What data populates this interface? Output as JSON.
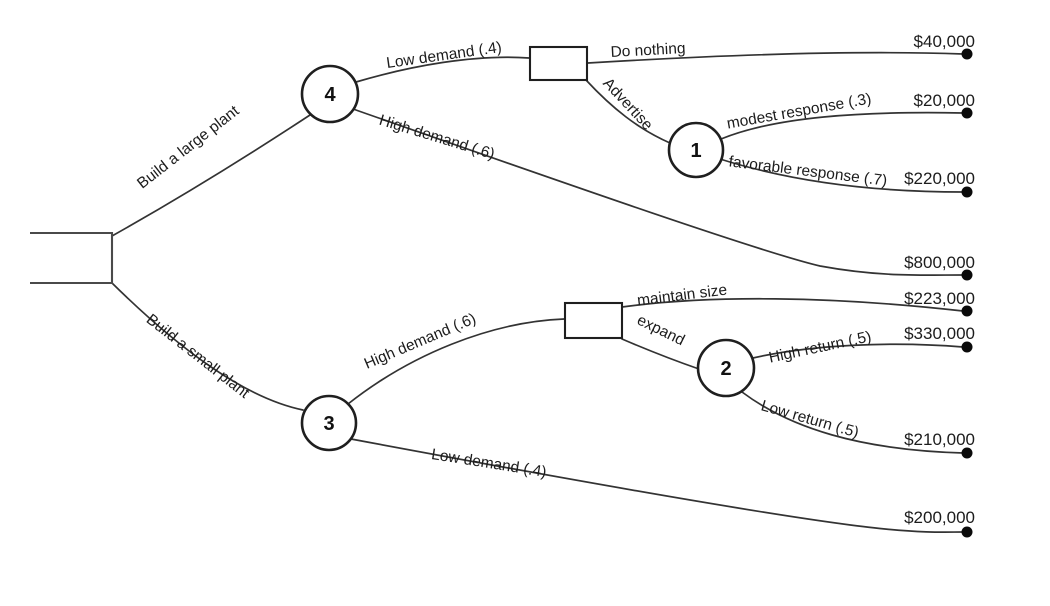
{
  "tree": {
    "type": "decision-tree",
    "nodes": {
      "n1": "1",
      "n2": "2",
      "n3": "3",
      "n4": "4"
    },
    "branches": {
      "build_large": "Build a large plant",
      "build_small": "Build a small plant",
      "low_demand_top": "Low demand (.4)",
      "high_demand_top": "High demand (.6)",
      "do_nothing": "Do nothing",
      "advertise": "Advertise",
      "modest_response": "modest response (.3)",
      "favorable_response": "favorable response (.7)",
      "high_demand_bottom": "High demand (.6)",
      "low_demand_bottom": "Low demand (.4)",
      "maintain_size": "maintain size",
      "expand": "expand",
      "high_return": "High return (.5)",
      "low_return": "Low return (.5)"
    },
    "payoffs": {
      "do_nothing": "$40,000",
      "modest_response": "$20,000",
      "favorable_response": "$220,000",
      "high_demand": "$800,000",
      "maintain_size": "$223,000",
      "high_return": "$330,000",
      "low_return": "$210,000",
      "low_demand": "$200,000"
    },
    "colors": {
      "line": "#333333",
      "text": "#1c1c1c",
      "endpoint": "#0a0a0a",
      "background": "#ffffff"
    }
  }
}
